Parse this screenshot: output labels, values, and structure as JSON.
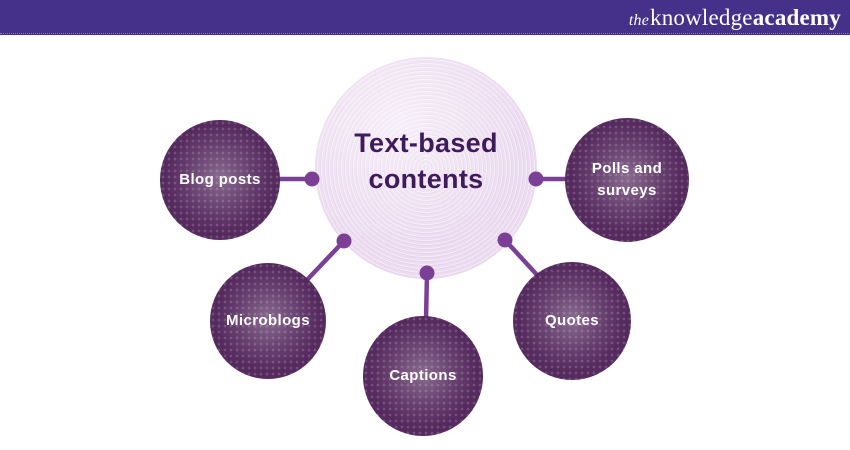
{
  "header": {
    "logo": {
      "the": "the",
      "knowledge": "knowledge",
      "academy": "academy"
    },
    "bg_color": "#453189",
    "text_color": "#ffffff"
  },
  "diagram": {
    "center_node": {
      "label": "Text-based contents"
    },
    "nodes": [
      {
        "id": "blog-posts",
        "label": "Blog posts"
      },
      {
        "id": "microblogs",
        "label": "Microblogs"
      },
      {
        "id": "captions",
        "label": "Captions"
      },
      {
        "id": "quotes",
        "label": "Quotes"
      },
      {
        "id": "polls-and-surveys",
        "label": "Polls and surveys"
      }
    ],
    "colors": {
      "center_fill": "#ecdcf0",
      "center_text": "#3f1b5c",
      "node_fill": "#552a5e",
      "node_text": "#ffffff",
      "connector": "#7b4095"
    }
  }
}
